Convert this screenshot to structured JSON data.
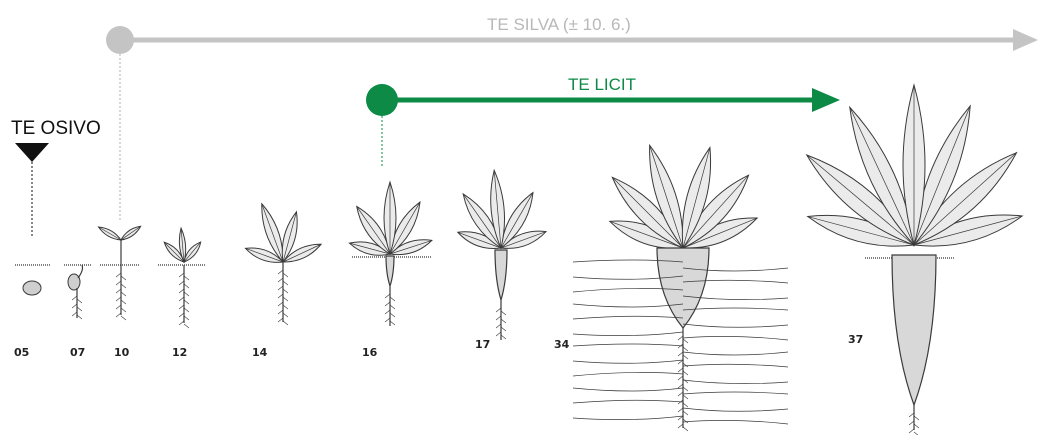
{
  "timeline": {
    "silva": {
      "label": "TE SILVA (± 10. 6.)",
      "color": "#c4c4c4"
    },
    "licit": {
      "label": "TE LICIT",
      "color": "#0d8a45"
    },
    "osivo": {
      "label": "TE OSIVO",
      "color": "#111111"
    }
  },
  "stages": [
    "05",
    "07",
    "10",
    "12",
    "14",
    "16",
    "17",
    "34",
    "37"
  ],
  "colors": {
    "plant_line": "#3a3a3a",
    "plant_leaf": "#ebebeb",
    "root_fill": "#d8d8d8",
    "soil": "#555555"
  }
}
